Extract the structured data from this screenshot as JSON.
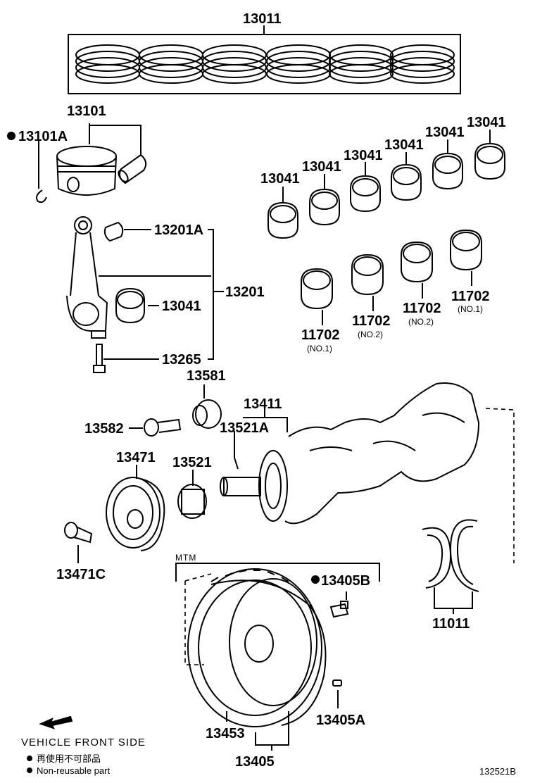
{
  "diagram": {
    "parts": {
      "rings_set": "13011",
      "piston": "13101",
      "snap_ring": "13101A",
      "rod_bush": "13201A",
      "rod_assembly": "13201",
      "rod_bearing": "13041",
      "rod_bolt": "13265",
      "main_bearing_1": "13041",
      "main_bearing_2": "13041",
      "main_bearing_3": "13041",
      "main_bearing_4": "13041",
      "main_bearing_5": "13041",
      "main_bearing_6": "13041",
      "crank_bearing_a": "11702",
      "crank_bearing_b": "11702",
      "crank_bearing_c": "11702",
      "crank_bearing_d": "11702",
      "timing_sprocket_plate": "13581",
      "pulley_bolt_washer": "13582",
      "crankshaft": "13411",
      "crank_key": "13521A",
      "crank_pulley": "13471",
      "crank_timing_gear": "13521",
      "pulley_bolt": "13471C",
      "flywheel_bolt": "13405B",
      "thrust_washer": "11011",
      "ring_gear": "13453",
      "flywheel_pin": "13405A",
      "flywheel_assembly": "13405"
    },
    "notes": {
      "no1_a": "(NO.1)",
      "no2_a": "(NO.2)",
      "no2_b": "(NO.2)",
      "no1_b": "(NO.1)"
    },
    "mtm_label": "MTM",
    "vehicle_front": "VEHICLE FRONT SIDE",
    "legend_cn": "再使用不可部品",
    "legend_en": "Non-reusable part",
    "figure_id": "132521B"
  }
}
